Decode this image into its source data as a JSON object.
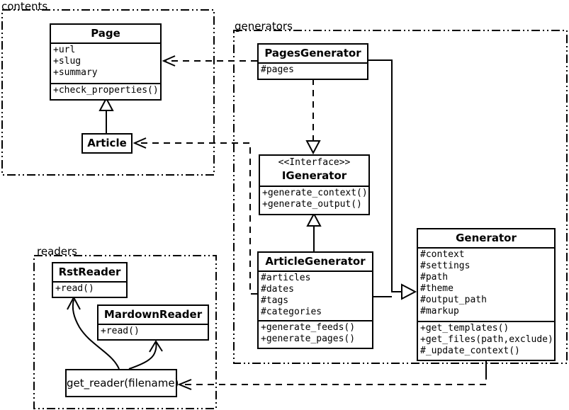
{
  "diagram_type": "uml-class-diagram",
  "colors": {
    "line": "#000000",
    "background": "#ffffff",
    "box_fill": "#ffffff",
    "text": "#000000"
  },
  "packages": {
    "contents": {
      "label": "contents"
    },
    "generators": {
      "label": "generators"
    },
    "readers": {
      "label": "readers"
    }
  },
  "classes": {
    "page": {
      "name": "Page",
      "attributes": [
        "+url",
        "+slug",
        "+summary"
      ],
      "methods": [
        "+check_properties()"
      ]
    },
    "article": {
      "name": "Article"
    },
    "pages_generator": {
      "name": "PagesGenerator",
      "attributes": [
        "#pages"
      ]
    },
    "igenerator": {
      "stereotype": "<<Interface>>",
      "name": "IGenerator",
      "methods": [
        "+generate_context()",
        "+generate_output()"
      ]
    },
    "article_generator": {
      "name": "ArticleGenerator",
      "attributes": [
        "#articles",
        "#dates",
        "#tags",
        "#categories"
      ],
      "methods": [
        "+generate_feeds()",
        "+generate_pages()"
      ]
    },
    "generator": {
      "name": "Generator",
      "attributes": [
        "#context",
        "#settings",
        "#path",
        "#theme",
        "#output_path",
        "#markup"
      ],
      "methods": [
        "+get_templates()",
        "+get_files(path,exclude)",
        "#_update_context()"
      ]
    },
    "rst_reader": {
      "name": "RstReader",
      "methods": [
        "+read()"
      ]
    },
    "mardown_reader": {
      "name": "MardownReader",
      "methods": [
        "+read()"
      ]
    }
  },
  "nodes": {
    "get_reader": {
      "label": "get_reader(filename)"
    }
  },
  "relationships": [
    {
      "from": "Article",
      "to": "Page",
      "type": "generalization"
    },
    {
      "from": "PagesGenerator",
      "to": "Page",
      "type": "dependency"
    },
    {
      "from": "ArticleGenerator",
      "to": "Article",
      "type": "dependency"
    },
    {
      "from": "PagesGenerator",
      "to": "IGenerator",
      "type": "realization"
    },
    {
      "from": "ArticleGenerator",
      "to": "IGenerator",
      "type": "generalization"
    },
    {
      "from": "PagesGenerator",
      "to": "Generator",
      "type": "generalization"
    },
    {
      "from": "ArticleGenerator",
      "to": "Generator",
      "type": "generalization"
    },
    {
      "from": "Generator",
      "to": "get_reader(filename)",
      "type": "dependency"
    },
    {
      "from": "get_reader(filename)",
      "to": "RstReader",
      "type": "arrow"
    },
    {
      "from": "get_reader(filename)",
      "to": "MardownReader",
      "type": "arrow"
    }
  ]
}
